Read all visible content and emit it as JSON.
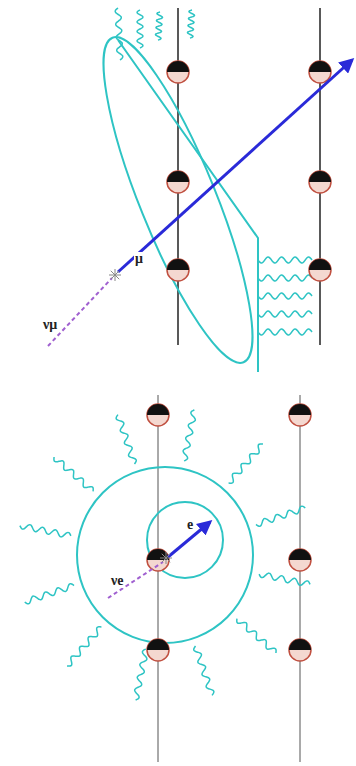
{
  "diagram": {
    "labels": [
      "νμ",
      "μ",
      "νe",
      "e"
    ]
  }
}
